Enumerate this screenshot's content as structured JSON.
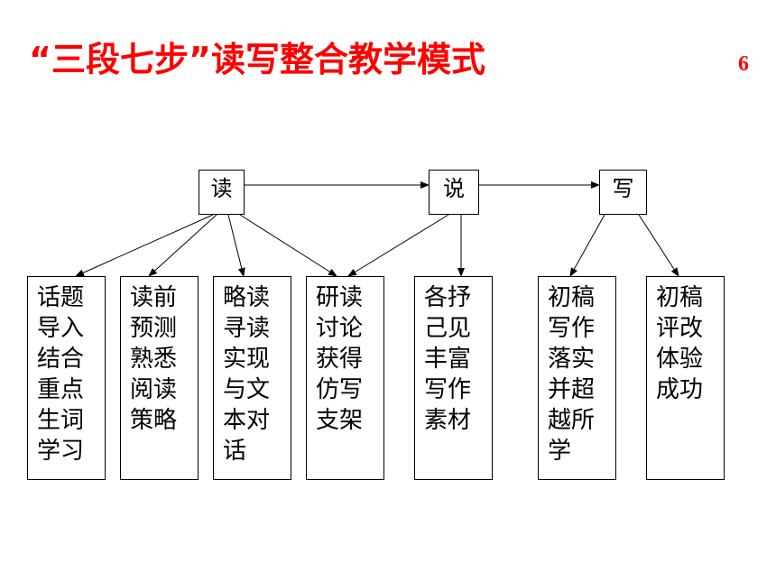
{
  "title": "“三段七步”读写整合教学模式",
  "page_number": "6",
  "colors": {
    "title": "#ff0000",
    "border": "#000000",
    "text": "#000000"
  },
  "stages": [
    {
      "id": "read",
      "label": "读"
    },
    {
      "id": "speak",
      "label": "说"
    },
    {
      "id": "write",
      "label": "写"
    }
  ],
  "steps": [
    {
      "id": "s1",
      "text": "话题\n导入\n结合\n重点\n生词\n学习"
    },
    {
      "id": "s2",
      "text": "读前\n预测\n熟悉\n阅读\n策略"
    },
    {
      "id": "s3",
      "text": "略读\n寻读\n实现\n与文\n本对\n话"
    },
    {
      "id": "s4",
      "text": "研读\n讨论\n获得\n仿写\n支架"
    },
    {
      "id": "s5",
      "text": "各抒\n己见\n丰富\n写作\n素材"
    },
    {
      "id": "s6",
      "text": "初稿\n写作\n落实\n并超\n越所\n学"
    },
    {
      "id": "s7",
      "text": "初稿\n评改\n体验\n成功"
    }
  ]
}
